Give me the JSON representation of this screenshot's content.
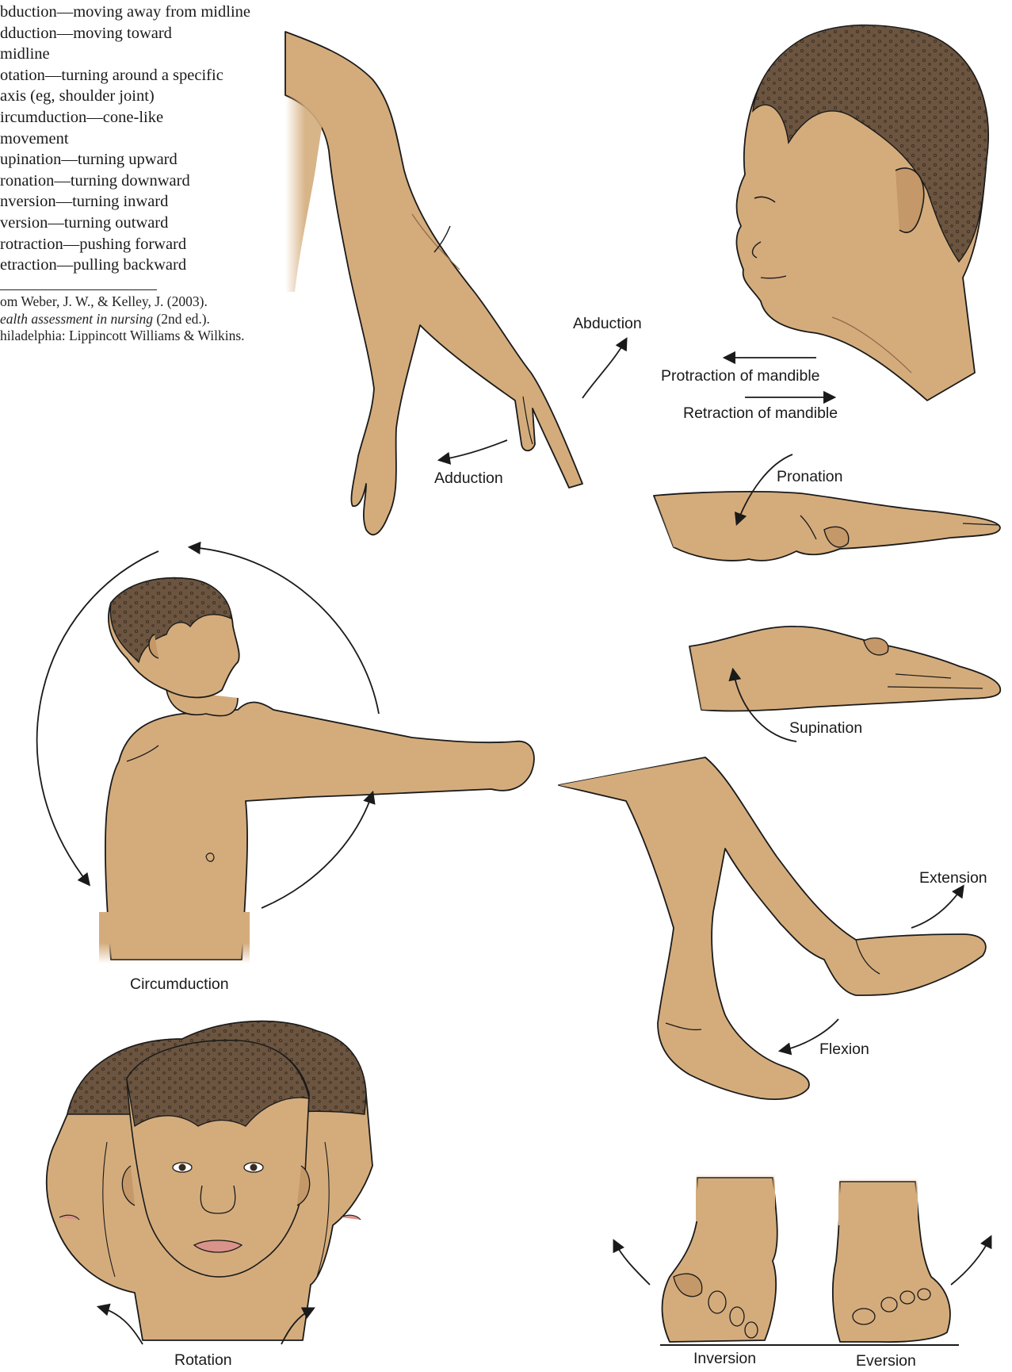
{
  "definitions": [
    "bduction—moving away from midline",
    "dduction—moving toward",
    "  midline",
    "otation—turning around a specific",
    "  axis (eg, shoulder joint)",
    "ircumduction—cone-like",
    "  movement",
    "upination—turning upward",
    "ronation—turning downward",
    "nversion—turning inward",
    "version—turning outward",
    "rotraction—pushing forward",
    "etraction—pulling backward"
  ],
  "source": {
    "line1": "om Weber, J. W., & Kelley, J. (2003).",
    "line2_italic": "ealth assessment in nursing",
    "line2_rest": " (2nd ed.).",
    "line3": "hiladelphia: Lippincott Williams & Wilkins."
  },
  "labels": {
    "abduction": "Abduction",
    "adduction": "Adduction",
    "protraction": "Protraction of mandible",
    "retraction": "Retraction of mandible",
    "pronation": "Pronation",
    "supination": "Supination",
    "circumduction": "Circumduction",
    "extension": "Extension",
    "flexion": "Flexion",
    "rotation": "Rotation",
    "inversion": "Inversion",
    "eversion": "Eversion"
  },
  "colors": {
    "skin": "#d4ac7c",
    "skin_shadow": "#c49868",
    "hair": "#6b5540",
    "lip": "#d9938a",
    "ink": "#1a1a1a"
  }
}
